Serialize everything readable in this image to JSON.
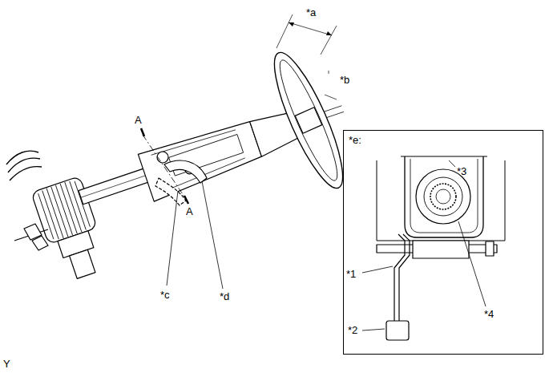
{
  "diagram": {
    "nodes": [
      {
        "text": [
          "*e:"
        ]
      }
    ],
    "labels": [
      "*a",
      "*b",
      "A",
      "A",
      "*c",
      "*d",
      "*3",
      "*1",
      "*4",
      "*2",
      "Y"
    ]
  }
}
